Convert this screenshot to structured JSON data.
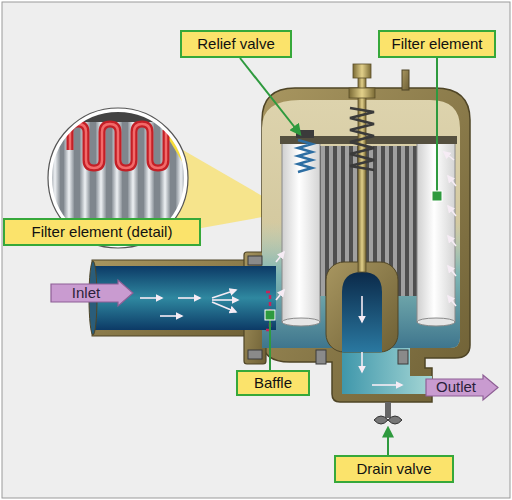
{
  "diagram": {
    "nodes": [
      {
        "text": [
          "Relief valve"
        ]
      },
      {
        "text": [
          "Filter element"
        ]
      },
      {
        "text": [
          "Filter element (detail)"
        ]
      },
      {
        "text": [
          "Inlet"
        ]
      },
      {
        "text": [
          "Baffle"
        ]
      },
      {
        "text": [
          "Outlet"
        ]
      },
      {
        "text": [
          "Drain valve"
        ]
      }
    ]
  }
}
